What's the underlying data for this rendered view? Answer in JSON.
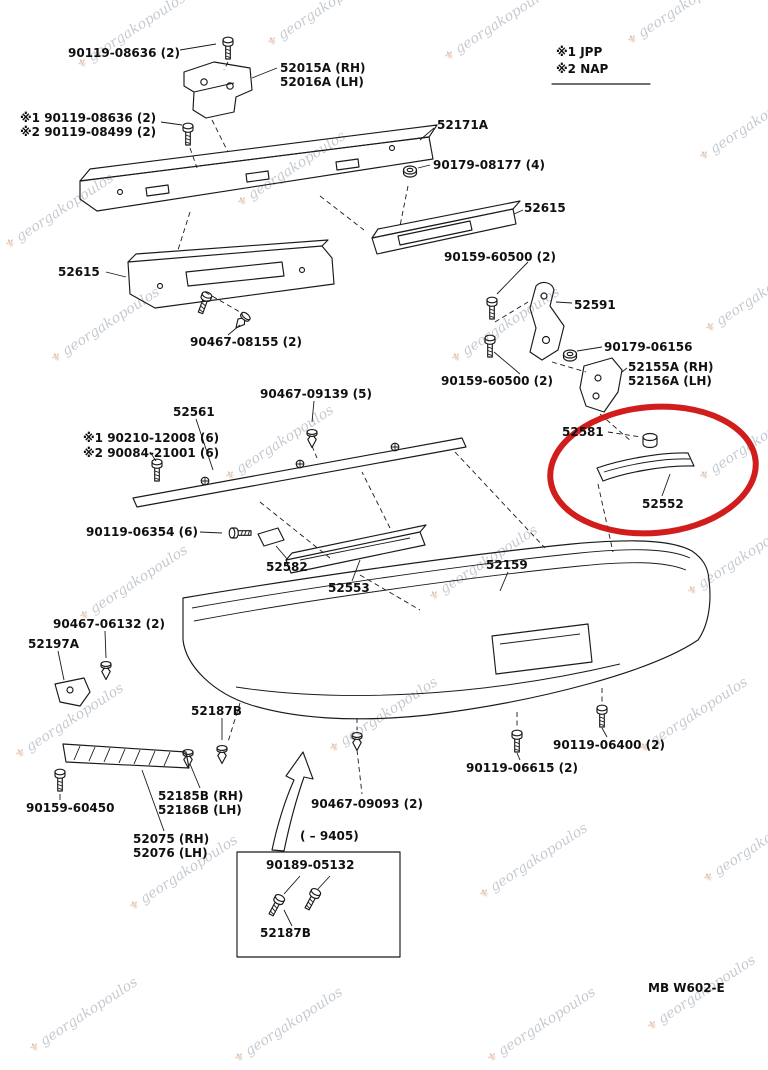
{
  "watermark": {
    "text": "georgakopoulos",
    "crest_glyph": "⚜"
  },
  "legend": {
    "item1": "※1 JPP",
    "item2": "※2 NAP"
  },
  "footer": {
    "drawing_code": "MB  W602-E"
  },
  "box": {
    "date_range": "(      – 9405)"
  },
  "parts": {
    "bolt_top": "90119-08636 (2)",
    "bracket_rh": "52015A (RH)",
    "bracket_lh": "52016A (LH)",
    "bolt_alt1": "※1 90119-08636 (2)",
    "bolt_alt2": "※2 90119-08499 (2)",
    "reinforcement": "52171A",
    "nut_reinf": "90179-08177 (4)",
    "pad_right": "52615",
    "pad_left": "52615",
    "screw_upper": "90159-60500 (2)",
    "bracket_52591": "52591",
    "clip_08155": "90467-08155 (2)",
    "nut_06156": "90179-06156",
    "bracket_rh2": "52155A (RH)",
    "bracket_lh2": "52156A (LH)",
    "screw_lower": "90159-60500 (2)",
    "clip_09139": "90467-09139 (5)",
    "retainer": "52561",
    "screw_alt1": "※1 90210-12008 (6)",
    "screw_alt2": "※2 90084-21001 (6)",
    "side_seal_rh": "52581",
    "side_piece_rh": "52552",
    "bolt_06354": "90119-06354 (6)",
    "side_seal_lh": "52582",
    "pad_center": "52553",
    "bumper_cover": "52159",
    "clip_06132": "90467-06132 (2)",
    "bracket_52197a": "52197A",
    "clip_52187b_upper": "52187B",
    "bolt_06400": "90119-06400 (2)",
    "bolt_06615": "90119-06615 (2)",
    "screw_60450": "90159-60450",
    "bracket_52185b": "52185B (RH)",
    "bracket_52186b": "52186B (LH)",
    "bar_52075": "52075 (RH)",
    "bar_52076": "52076 (LH)",
    "clip_09093": "90467-09093 (2)",
    "screw_05132": "90189-05132",
    "clip_52187b_lower": "52187B"
  }
}
